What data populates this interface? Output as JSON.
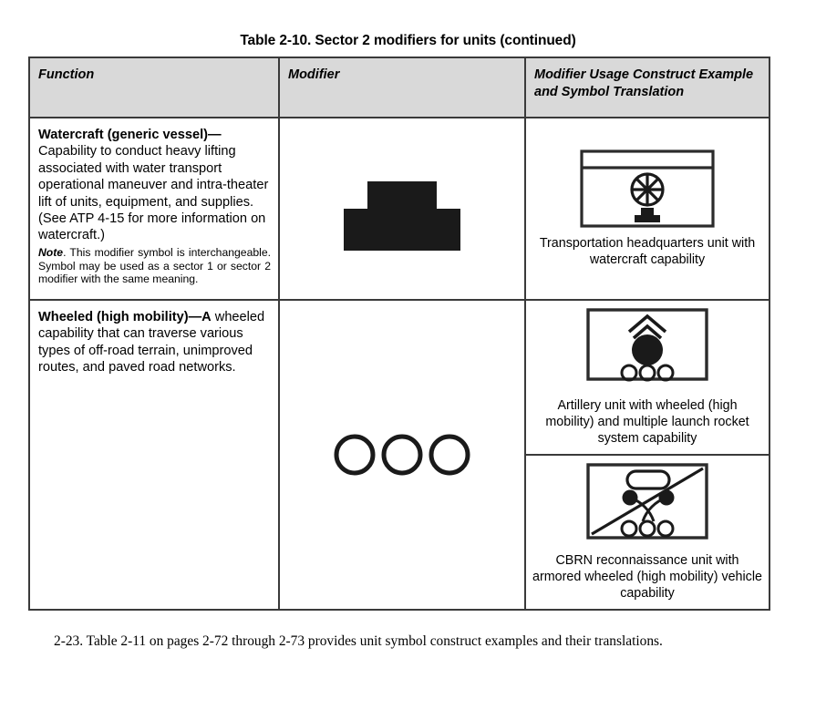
{
  "table": {
    "caption": "Table 2-10. Sector 2 modifiers for units (continued)",
    "headers": {
      "function": "Function",
      "modifier": "Modifier",
      "usage": "Modifier Usage Construct Example and Symbol Translation"
    },
    "header_bg": "#d9d9d9",
    "border_color": "#3a3a3a",
    "rows": [
      {
        "id": "watercraft",
        "function_term": "Watercraft (generic vessel)—",
        "function_text": "Capability to conduct heavy lifting associated with water transport operational maneuver and intra-theater lift of units,  equipment, and supplies. (See ATP 4-15 for more information on watercraft.)",
        "note_label": "Note",
        "note_text": ". This modifier symbol is interchangeable. Symbol may be used as a sector 1 or sector 2 modifier with the same meaning.",
        "modifier_symbol": "watercraft-vessel-symbol",
        "examples": [
          {
            "symbol": "transportation-headquarters-watercraft-symbol",
            "caption": "Transportation headquarters unit with watercraft capability"
          }
        ]
      },
      {
        "id": "wheeled-high-mobility",
        "function_term": "Wheeled (high mobility)—A",
        "function_text": " wheeled capability that can traverse various types of off-road terrain, unimproved routes, and paved road networks.",
        "note_label": "",
        "note_text": "",
        "modifier_symbol": "three-wheels-symbol",
        "examples": [
          {
            "symbol": "artillery-mlrs-wheeled-symbol",
            "caption": "Artillery unit with wheeled (high mobility) and multiple launch rocket system capability"
          },
          {
            "symbol": "cbrn-recon-armored-wheeled-symbol",
            "caption": "CBRN reconnaissance unit with armored wheeled (high mobility) vehicle capability"
          }
        ]
      }
    ]
  },
  "footer": {
    "paragraph": "2-23.  Table 2-11 on pages 2-72 through 2-73 provides unit symbol construct examples and their translations."
  }
}
